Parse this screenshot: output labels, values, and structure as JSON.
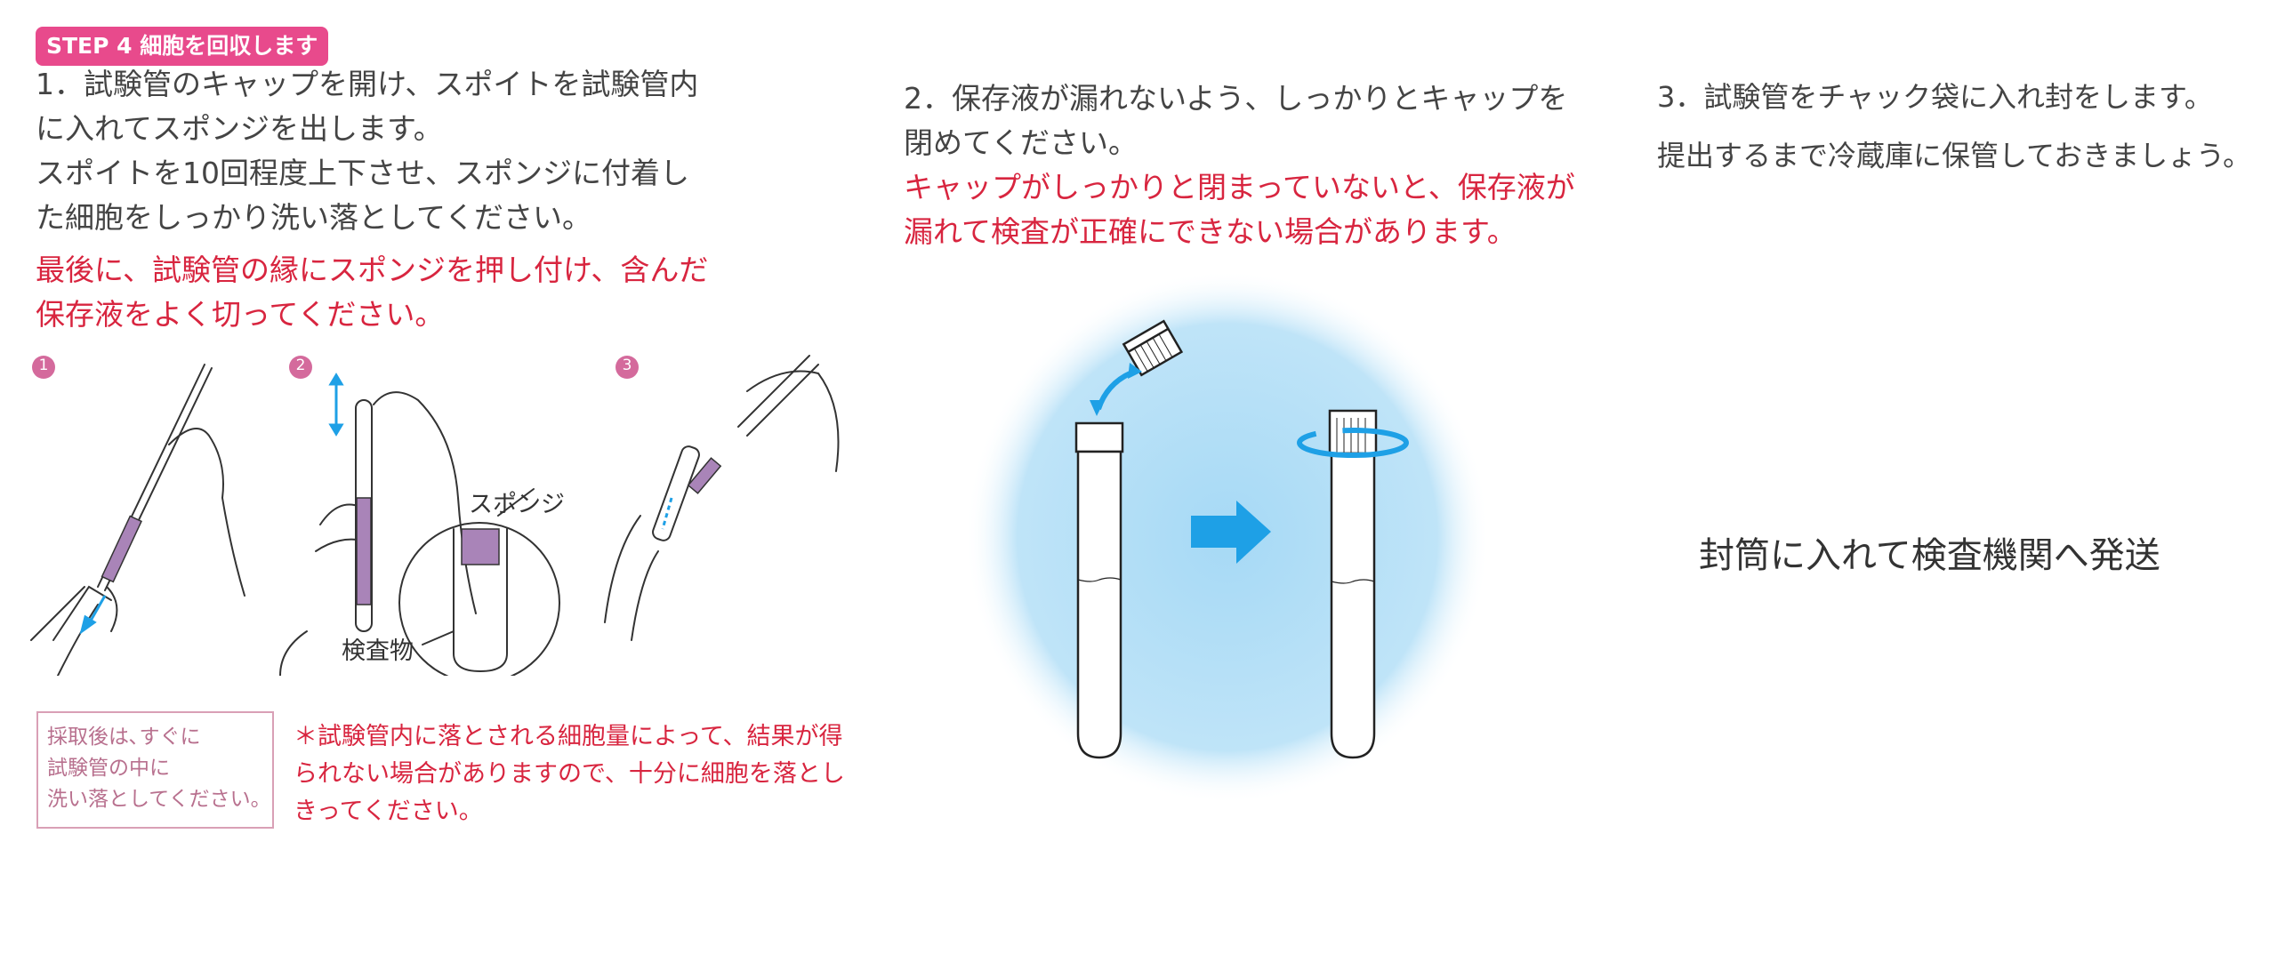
{
  "step": {
    "badge": "STEP 4 細胞を回収します"
  },
  "col1": {
    "lines": [
      "1．試験管のキャップを開け、スポイトを試験管内",
      "に入れてスポンジを出します。",
      "スポイトを10回程度上下させ、スポンジに付着し",
      "た細胞をしっかり洗い落としてください。"
    ],
    "red_lines": [
      "最後に、試験管の縁にスポンジを押し付け、含んだ",
      "保存液をよく切ってください。"
    ],
    "figure_numbers": [
      "1",
      "2",
      "3"
    ],
    "label_sponge": "スポンジ",
    "label_specimen": "検査物",
    "box_lines": [
      "採取後は､すぐに",
      "試験管の中に",
      "洗い落としてください。"
    ],
    "note_lines": [
      "＊試験管内に落とされる細胞量によって、結果が得",
      "られない場合がありますので、十分に細胞を落とし",
      "きってください。"
    ]
  },
  "col2": {
    "lines": [
      "2．保存液が漏れないよう、しっかりとキャップを",
      "閉めてください。"
    ],
    "red_lines": [
      "キャップがしっかりと閉まっていないと、保存液が",
      "漏れて検査が正確にできない場合があります。"
    ]
  },
  "col3": {
    "lines": [
      "3．試験管をチャック袋に入れ封をします。",
      "提出するまで冷蔵庫に保管しておきましょう。"
    ],
    "ship": "封筒に入れて検査機関へ発送"
  },
  "colors": {
    "accent_pink": "#e84a8c",
    "warning_red": "#d8253f",
    "arrow_blue": "#1ea0e6",
    "sponge_purple": "#a984b8"
  }
}
